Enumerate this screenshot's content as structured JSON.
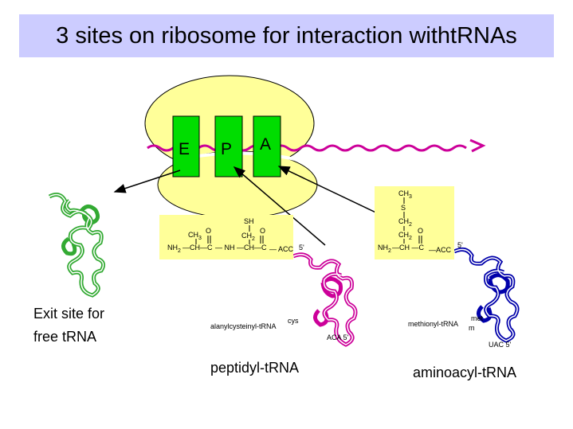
{
  "title": "3 sites on ribosome for interaction withtRNAs",
  "sites": {
    "e": "E",
    "p": "P",
    "a": "A"
  },
  "labels": {
    "exit_site_line1": "Exit site for",
    "exit_site_line2": "free tRNA",
    "peptidyl": "peptidyl-tRNA",
    "aminoacyl": "aminoacyl-tRNA",
    "alanylcysteinyl": "alanylcysteinyl-tRNA",
    "cys": "cys",
    "aca5": "ACA 5'",
    "methionyl": "methionyl-tRNA",
    "met": "met",
    "m_sub": "m",
    "uac5": "UAC 5'"
  },
  "peptidyl_chem": {
    "sh": "SH",
    "ch3": "CH",
    "ch3_sub": "3",
    "o1": "O",
    "ch2": "CH",
    "ch2_sub": "2",
    "o2": "O",
    "nh2": "NH",
    "nh2_sub": "2",
    "ch_c_1": "—CH—C",
    "nh_ch": "— NH —CH—C",
    "acc": "— ACC",
    "five_prime": "5'"
  },
  "aminoacyl_chem": {
    "ch3": "CH",
    "ch3_sub": "3",
    "s": "S",
    "ch2_a": "CH",
    "ch2_a_sub": "2",
    "ch2_b": "CH",
    "ch2_b_sub": "2",
    "o": "O",
    "nh2": "NH",
    "nh2_sub": "2",
    "ch_c": "—CH —C",
    "acc": "—ACC",
    "five_prime": "5'"
  },
  "colors": {
    "title_bg": "#ccccff",
    "ribosome": "#ffff99",
    "site_box": "#00dd00",
    "mrna": "#cc0099",
    "exit_trna": "#33aa33",
    "peptidyl_trna": "#cc0099",
    "aminoacyl_trna": "#0000aa"
  }
}
